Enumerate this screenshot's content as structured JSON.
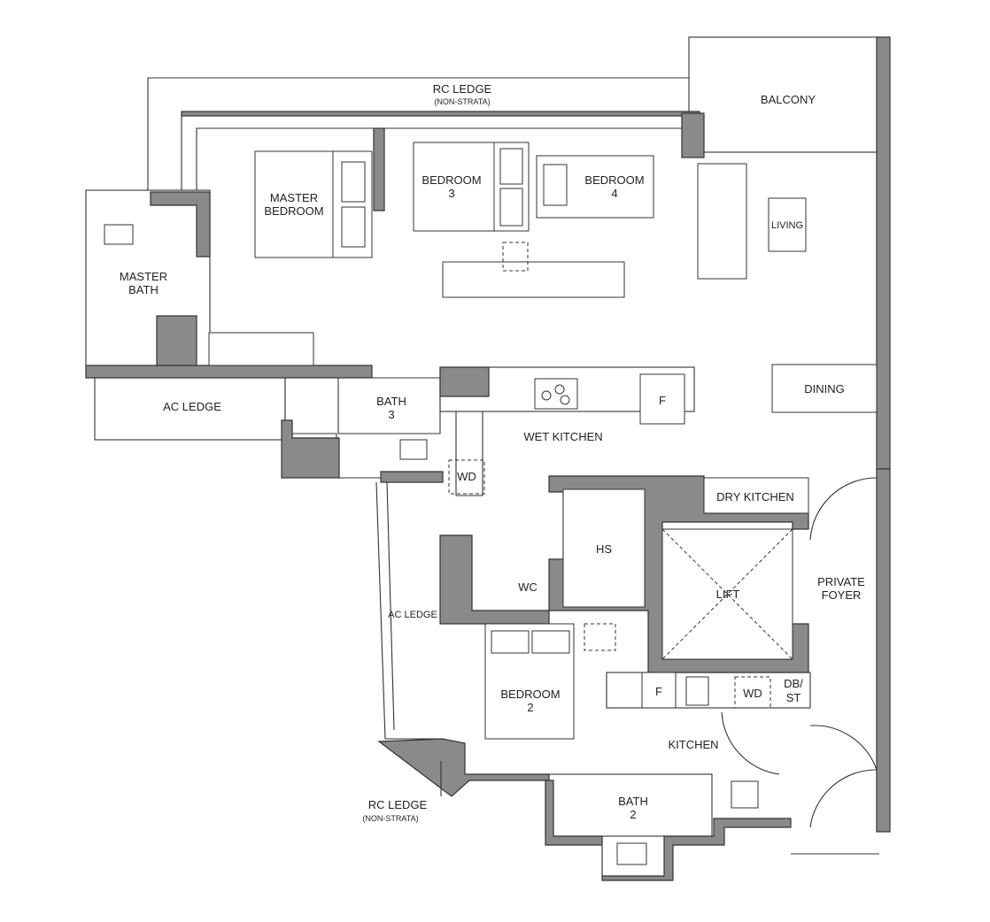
{
  "title": "Floor Plan",
  "rooms": {
    "rc_ledge_top": "RC LEDGE",
    "rc_ledge_top_note": "(NON-STRATA)",
    "balcony": "BALCONY",
    "master_bedroom_1": "MASTER",
    "master_bedroom_2": "BEDROOM",
    "bedroom3_1": "BEDROOM",
    "bedroom3_2": "3",
    "bedroom4_1": "BEDROOM",
    "bedroom4_2": "4",
    "living": "LIVING",
    "master_bath_1": "MASTER",
    "master_bath_2": "BATH",
    "ac_ledge_left": "AC LEDGE",
    "bath3_1": "BATH",
    "bath3_2": "3",
    "wet_kitchen": "WET KITCHEN",
    "fridge_wet": "F",
    "dining": "DINING",
    "wd_wet": "WD",
    "dry_kitchen": "DRY KITCHEN",
    "hs": "HS",
    "lift": "LIFT",
    "private_foyer_1": "PRIVATE",
    "private_foyer_2": "FOYER",
    "wc": "WC",
    "ac_ledge_mid": "AC LEDGE",
    "bedroom2_1": "BEDROOM",
    "bedroom2_2": "2",
    "fridge_kitchen": "F",
    "wd_kitchen": "WD",
    "dbst_1": "DB/",
    "dbst_2": "ST",
    "kitchen": "KITCHEN",
    "bath2_1": "BATH",
    "bath2_2": "2",
    "rc_ledge_bottom": "RC LEDGE",
    "rc_ledge_bottom_note": "(NON-STRATA)"
  }
}
